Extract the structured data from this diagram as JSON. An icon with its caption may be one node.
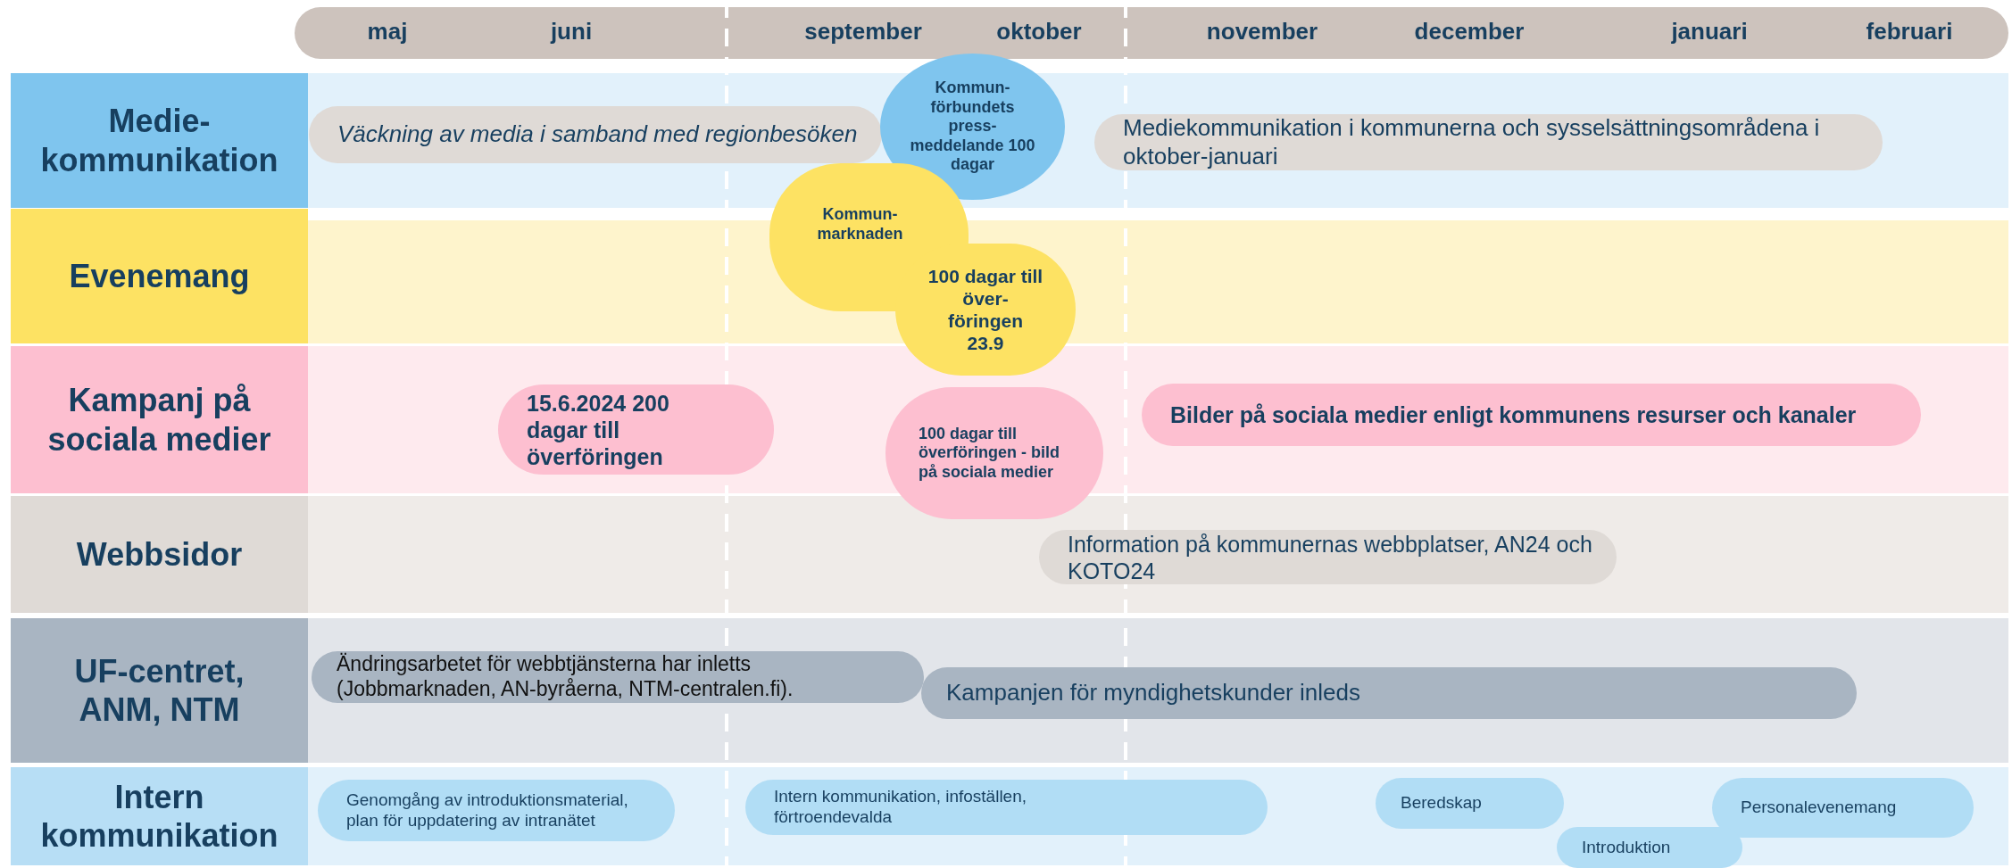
{
  "diagram": {
    "nodes": [
      {
        "text": [
          "Medie- kommunikation"
        ]
      },
      {
        "text": [
          "Väckning av media i samband med regionbesöken"
        ]
      },
      {
        "text": [
          "Kommun- förbundets press- meddelande 100 dagar"
        ]
      },
      {
        "text": [
          "Mediekommunikation i kommunerna och sysselsättningsområdena i oktober-januari"
        ]
      },
      {
        "text": [
          "Evenemang"
        ]
      },
      {
        "text": [
          "Kommun- marknaden"
        ]
      },
      {
        "text": [
          "100 dagar till över- föringen 23.9"
        ]
      },
      {
        "text": [
          "Kampanj på sociala medier"
        ]
      },
      {
        "text": [
          "15.6.2024 200 dagar till överföringen"
        ]
      },
      {
        "text": [
          "100 dagar till överföringen - bild på sociala medier"
        ]
      },
      {
        "text": [
          "Bilder på sociala medier enligt kommunens resurser och kanaler"
        ]
      },
      {
        "text": [
          "Webbsidor"
        ]
      },
      {
        "text": [
          "Information på kommunernas webbplatser, AN24 och KOTO24"
        ]
      },
      {
        "text": [
          "UF-centret, ANM, NTM"
        ]
      },
      {
        "text": [
          "Ändringsarbetet för webbtjänsterna har inletts (Jobbmarknaden, AN-byråerna, NTM-centralen.fi)."
        ]
      },
      {
        "text": [
          "Kampanjen för myndighetskunder inleds"
        ]
      },
      {
        "text": [
          "Intern kommunikation"
        ]
      },
      {
        "text": [
          "Genomgång av introduktionsmaterial, plan för uppdatering av intranätet"
        ]
      },
      {
        "text": [
          "Intern kommunikation, infoställen, förtroendevalda"
        ]
      },
      {
        "text": [
          "Beredskap"
        ]
      },
      {
        "text": [
          "Personalevenemang"
        ]
      },
      {
        "text": [
          "Introduktion"
        ]
      }
    ],
    "labels": [
      "maj",
      "juni",
      "september",
      "oktober",
      "november",
      "december",
      "januari",
      "februari"
    ]
  }
}
